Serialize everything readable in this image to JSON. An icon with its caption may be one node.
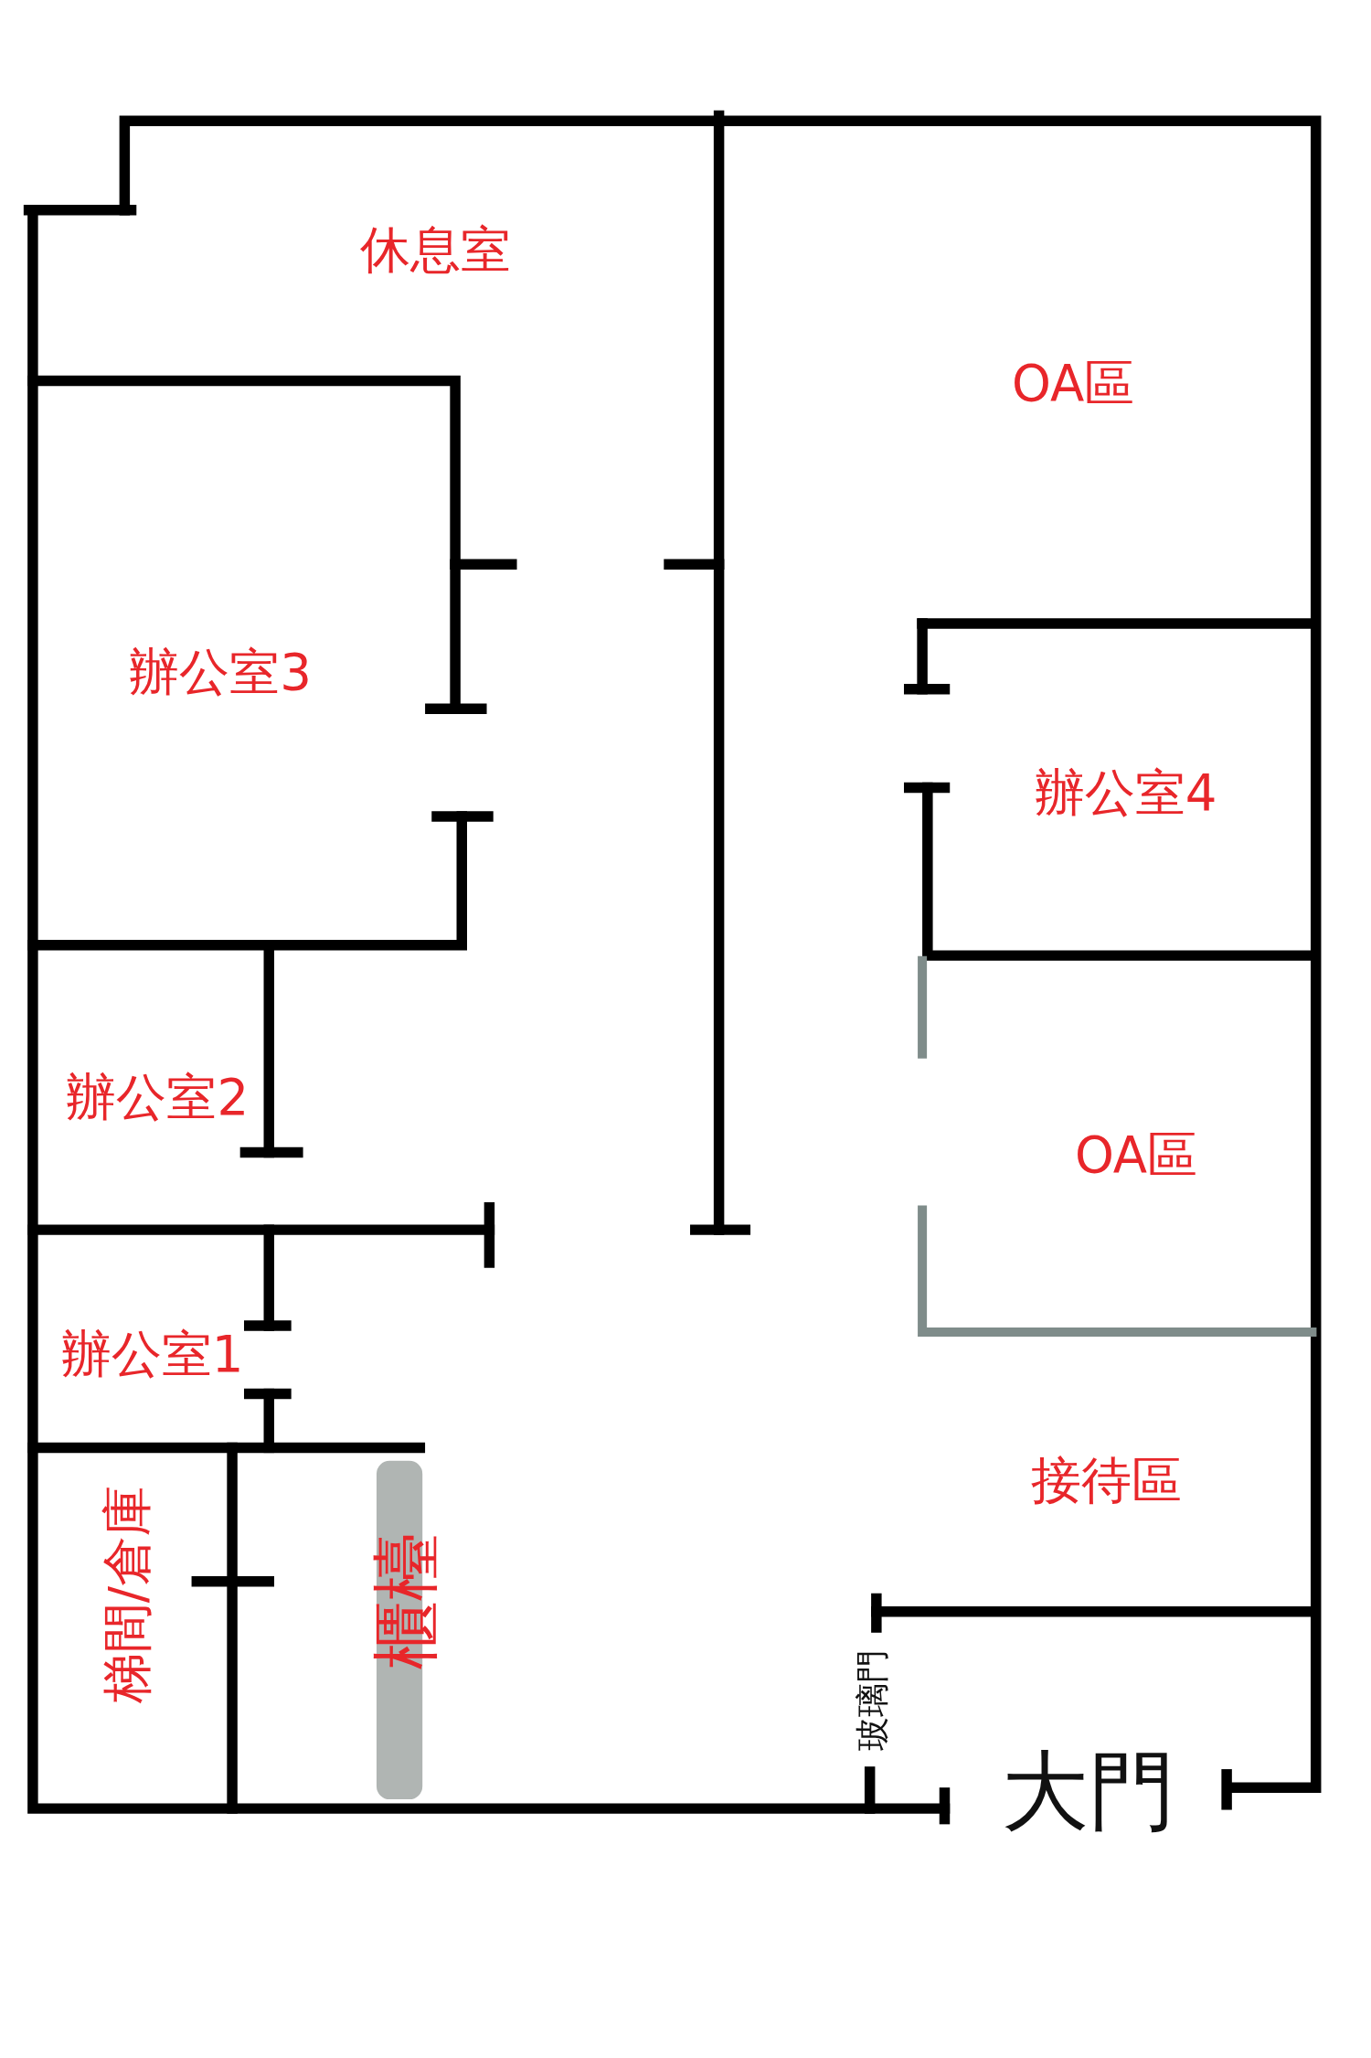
{
  "diagram": {
    "labels": [
      "休息室",
      "OA區",
      "辦公室3",
      "辦公室4",
      "辦公室2",
      "OA區",
      "辦公室1",
      "接待區",
      "梯間/倉庫",
      "櫃檯",
      "玻璃門",
      "大門"
    ]
  }
}
